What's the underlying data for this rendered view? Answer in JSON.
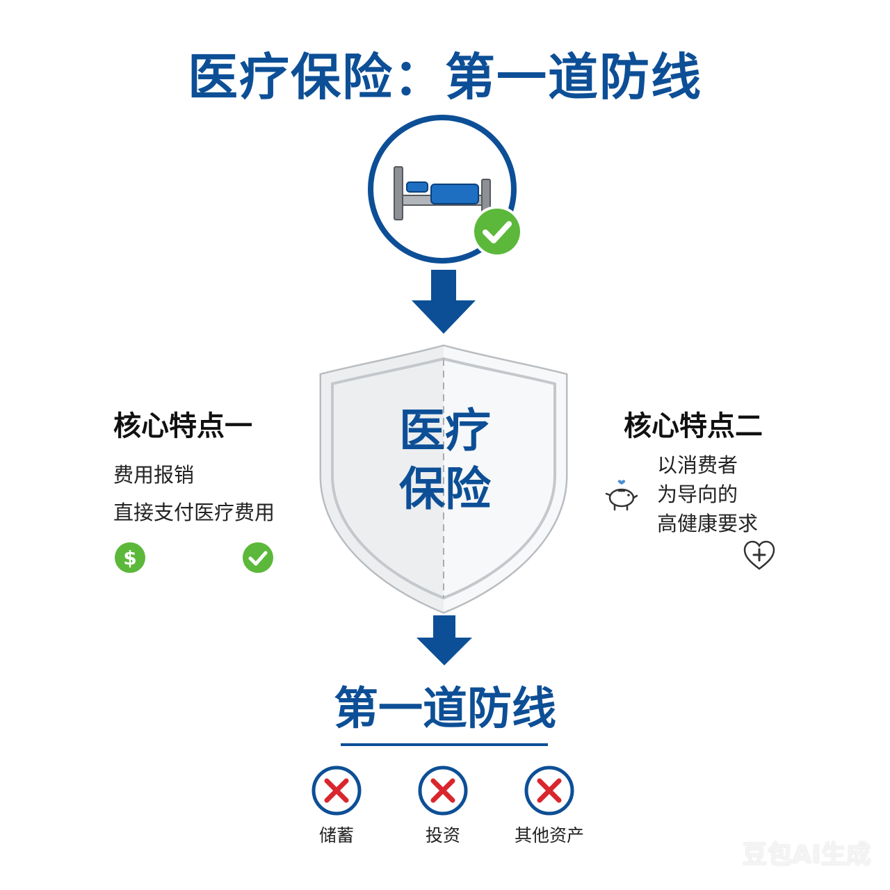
{
  "title": "医疗保险：第一道防线",
  "shield": {
    "line1": "医疗",
    "line2": "保险"
  },
  "feature_one": {
    "title": "核心特点一",
    "lines": [
      "费用报销",
      "直接支付医疗费用"
    ],
    "icons": [
      "dollar-coin-icon",
      "check-circle-icon"
    ]
  },
  "feature_two": {
    "title": "核心特点二",
    "lines": [
      "以消费者",
      "为导向的",
      "高健康要求"
    ],
    "icons": [
      "piggy-bank-icon",
      "heart-plus-icon"
    ]
  },
  "defense": {
    "title": "第一道防线",
    "items": [
      {
        "label": "储蓄",
        "icon": "x-circle-icon"
      },
      {
        "label": "投资",
        "icon": "x-circle-icon"
      },
      {
        "label": "其他资产",
        "icon": "x-circle-icon"
      }
    ]
  },
  "watermark": "豆包AI生成",
  "colors": {
    "brand_blue": "#0d4f96",
    "check_green": "#5cb83a",
    "cross_red": "#d9262e",
    "shield_gray": "#b9bcc0"
  }
}
